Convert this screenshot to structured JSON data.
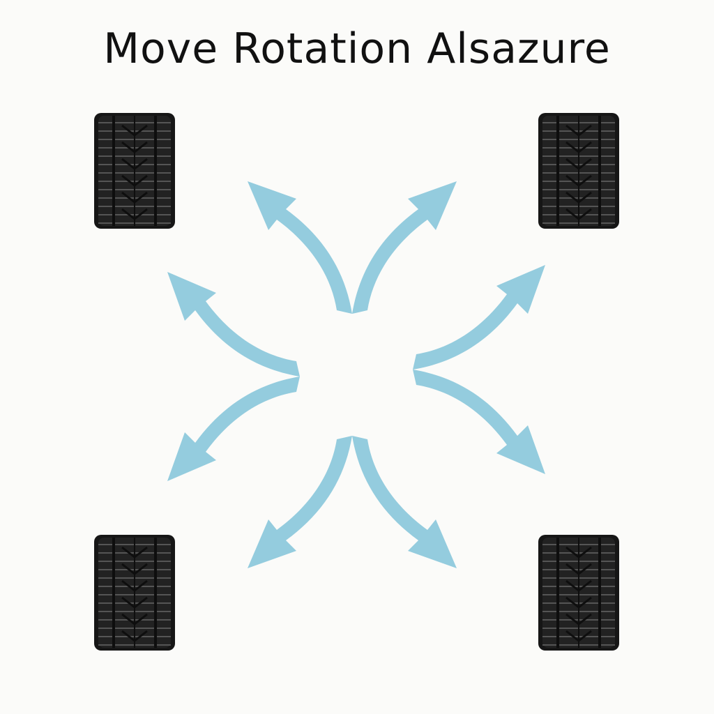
{
  "title": "Move Rotation Alsazure",
  "colors": {
    "background": "#fbfbf9",
    "arrow": "#8ec9dc",
    "tire": "#1a1a1a",
    "tread": "#4a4a4a",
    "title": "#111111"
  },
  "tires": [
    {
      "name": "tire-top-left",
      "icon": "tire-icon"
    },
    {
      "name": "tire-top-right",
      "icon": "tire-icon"
    },
    {
      "name": "tire-bottom-left",
      "icon": "tire-icon"
    },
    {
      "name": "tire-bottom-right",
      "icon": "tire-icon"
    }
  ],
  "arrows": [
    "arrow-up-left",
    "arrow-up-right",
    "arrow-left-up",
    "arrow-left-down",
    "arrow-right-up",
    "arrow-right-down",
    "arrow-down-left",
    "arrow-down-right"
  ]
}
